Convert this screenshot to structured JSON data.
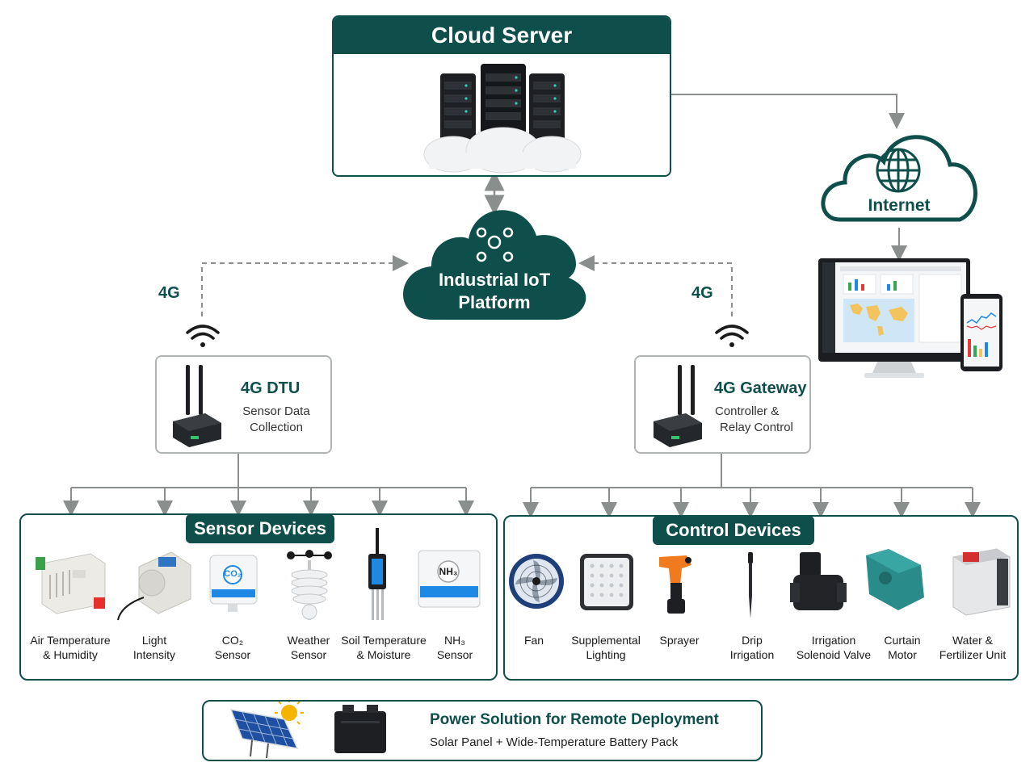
{
  "cloud_server": {
    "title": "Cloud Server"
  },
  "internet": {
    "label": "Internet"
  },
  "platform": {
    "line1": "Industrial IoT",
    "line2": "Platform"
  },
  "links": {
    "left_4g": "4G",
    "right_4g": "4G"
  },
  "dtu": {
    "title": "4G DTU",
    "sub1": "Sensor Data",
    "sub2": "Collection"
  },
  "gateway": {
    "title": "4G Gateway",
    "sub1": "Controller &",
    "sub2": "Relay Control"
  },
  "sensor_section": {
    "title": "Sensor Devices",
    "items": [
      {
        "l1": "Air Temperature",
        "l2": "& Humidity",
        "icon": "temp-humidity-sensor-icon"
      },
      {
        "l1": "Light",
        "l2": "Intensity",
        "icon": "light-sensor-icon"
      },
      {
        "l1": "CO₂",
        "l2": "Sensor",
        "icon": "co2-sensor-icon"
      },
      {
        "l1": "Weather",
        "l2": "Sensor",
        "icon": "weather-station-icon"
      },
      {
        "l1": "Soil Temperature",
        "l2": "& Moisture",
        "icon": "soil-probe-icon"
      },
      {
        "l1": "NH₃",
        "l2": "Sensor",
        "icon": "nh3-sensor-icon"
      }
    ],
    "co2_badge": "CO₂",
    "nh3_badge": "NH₃"
  },
  "control_section": {
    "title": "Control Devices",
    "items": [
      {
        "l1": "Fan",
        "l2": "",
        "icon": "fan-icon"
      },
      {
        "l1": "Supplemental",
        "l2": "Lighting",
        "icon": "grow-light-icon"
      },
      {
        "l1": "Sprayer",
        "l2": "",
        "icon": "sprayer-icon"
      },
      {
        "l1": "Drip",
        "l2": "Irrigation",
        "icon": "drip-emitter-icon"
      },
      {
        "l1": "Irrigation",
        "l2": "Solenoid Valve",
        "icon": "solenoid-valve-icon"
      },
      {
        "l1": "Curtain",
        "l2": "Motor",
        "icon": "curtain-motor-icon"
      },
      {
        "l1": "Water &",
        "l2": "Fertilizer Unit",
        "icon": "fertigation-unit-icon"
      }
    ]
  },
  "power": {
    "title": "Power Solution for Remote Deployment",
    "subtitle": "Solar Panel + Wide-Temperature Battery Pack"
  },
  "colors": {
    "primary": "#0f4f4b",
    "border_grey": "#b0b5b4",
    "arrow": "#8a8f8e",
    "accent_blue": "#1e88e5"
  }
}
